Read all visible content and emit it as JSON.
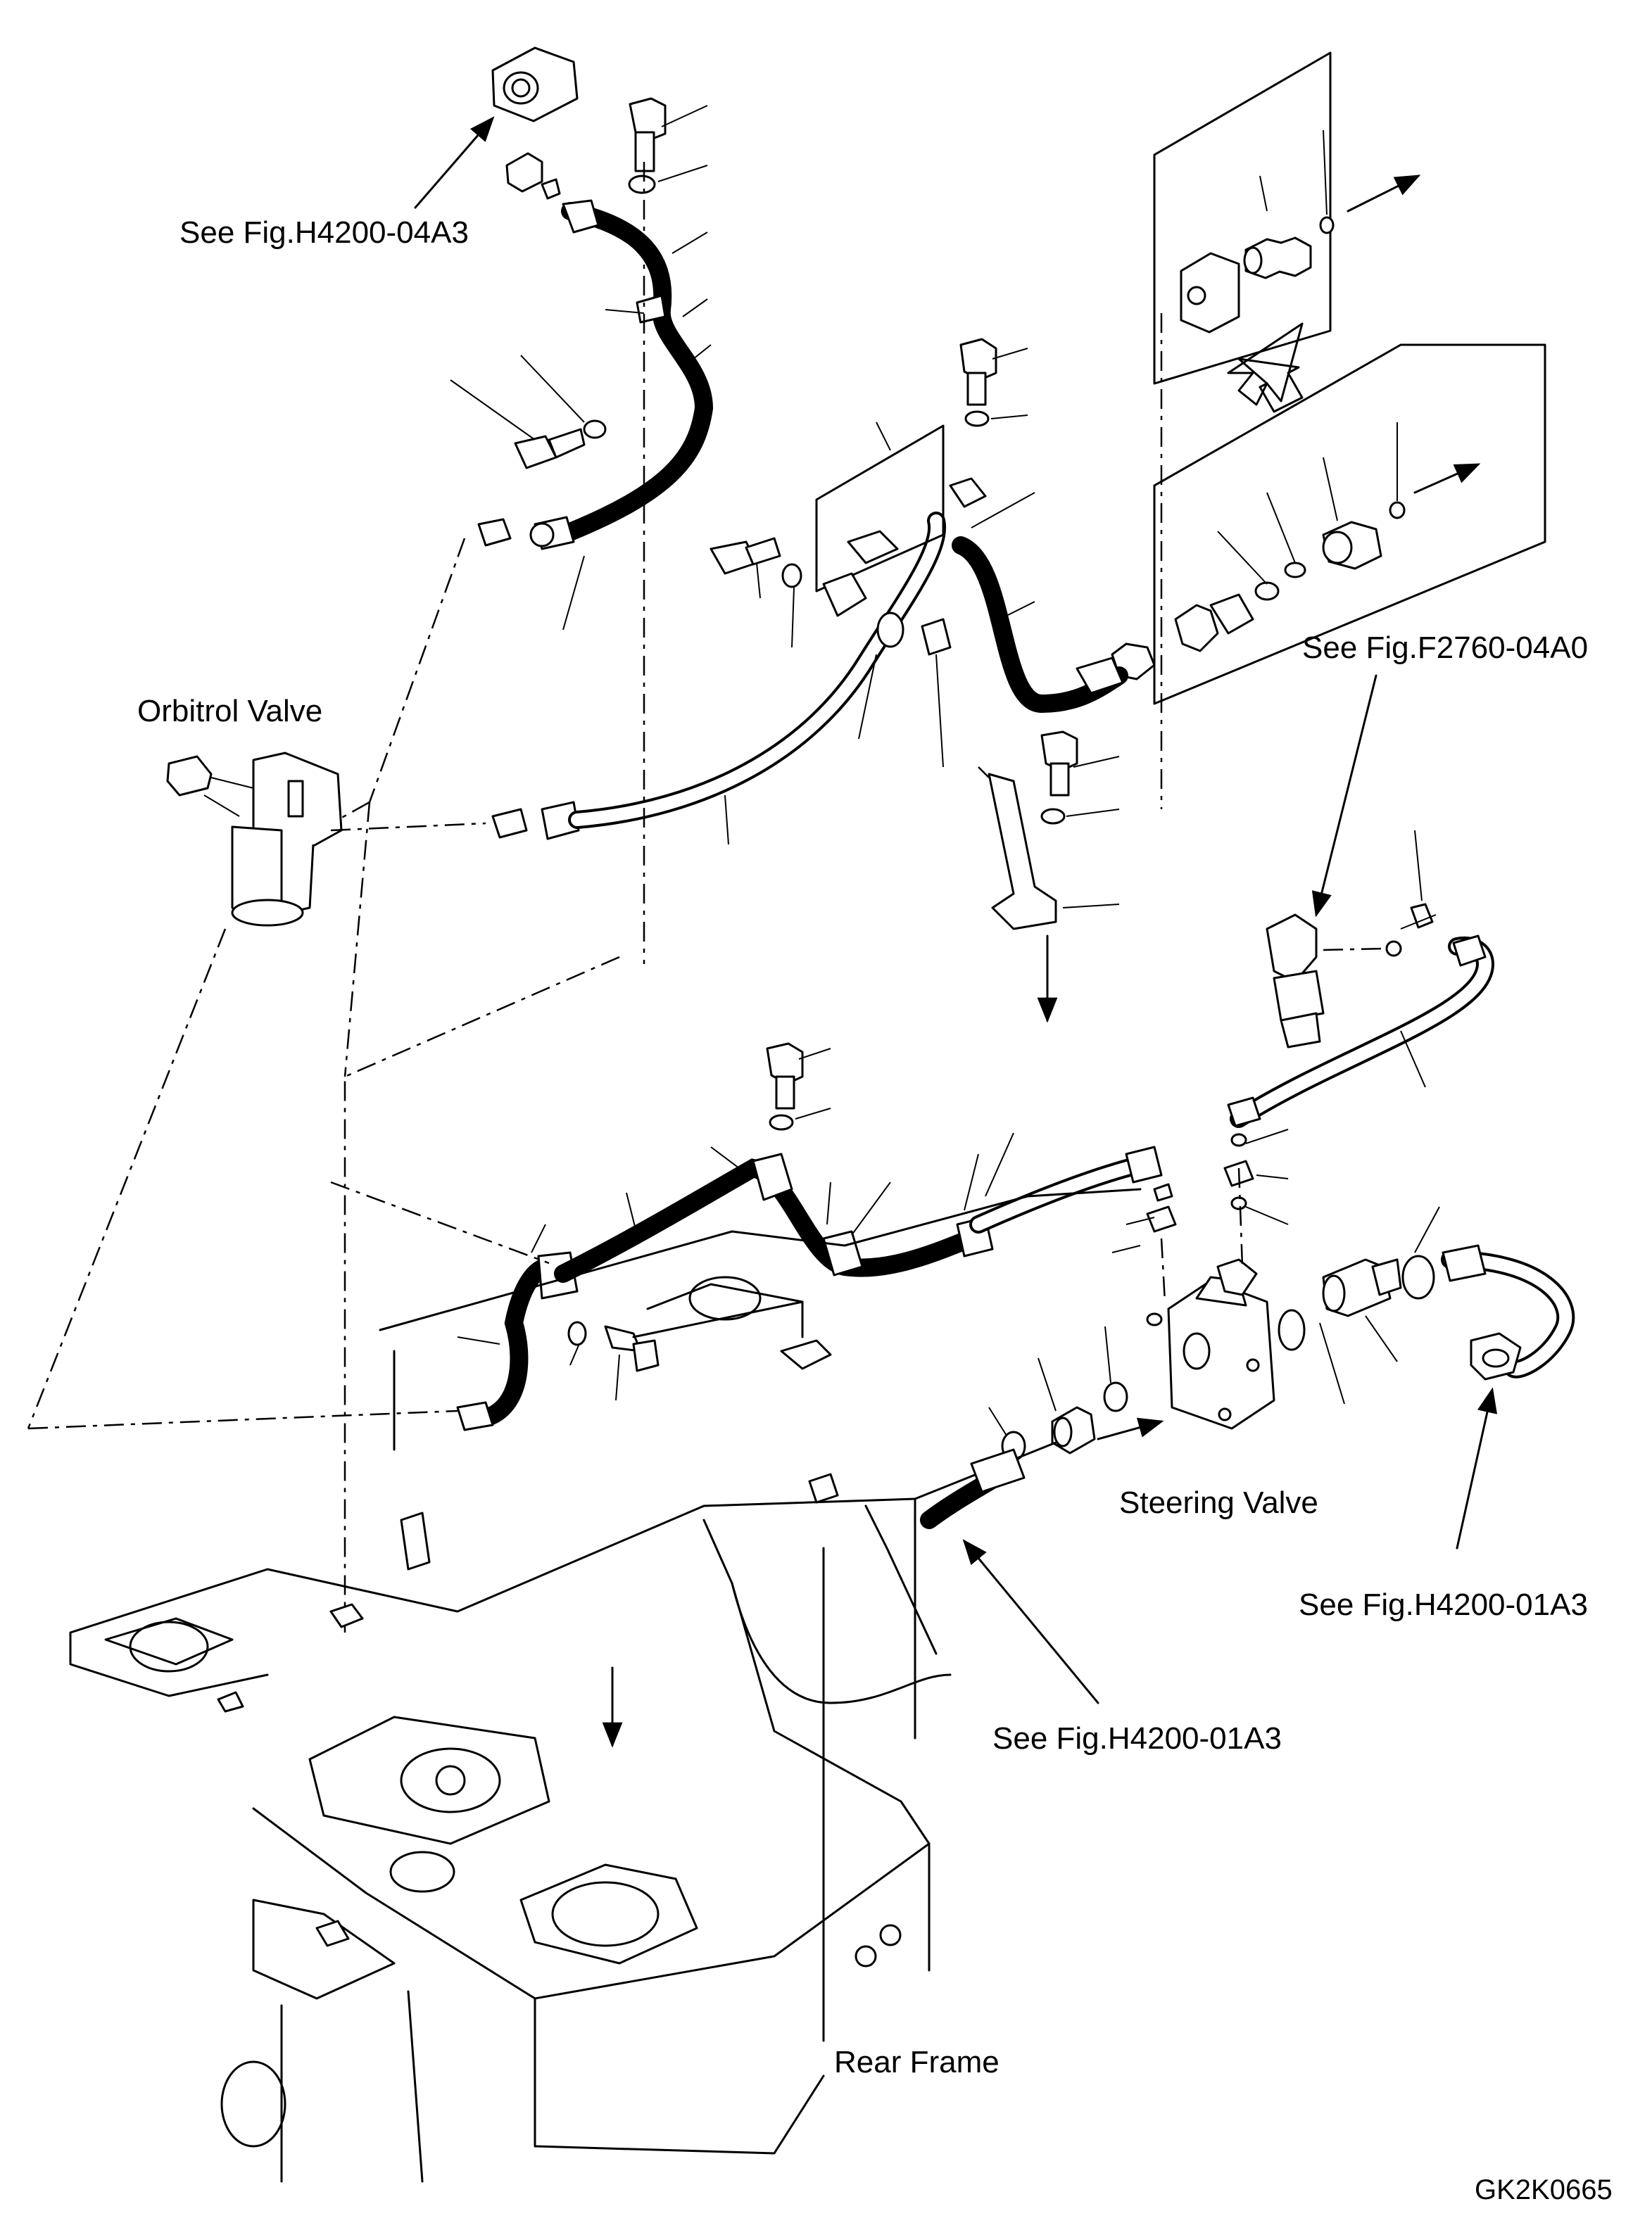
{
  "labels": {
    "fig_h4200_04a3": "See Fig.H4200-04A3",
    "orbitrol_valve": "Orbitrol Valve",
    "fig_f2760_04a0": "See Fig.F2760-04A0",
    "steering_valve": "Steering Valve",
    "fig_h4200_01a3_right": "See Fig.H4200-01A3",
    "fig_h4200_01a3_center": "See Fig.H4200-01A3",
    "rear_frame": "Rear Frame",
    "drawing_code": "GK2K0665"
  }
}
